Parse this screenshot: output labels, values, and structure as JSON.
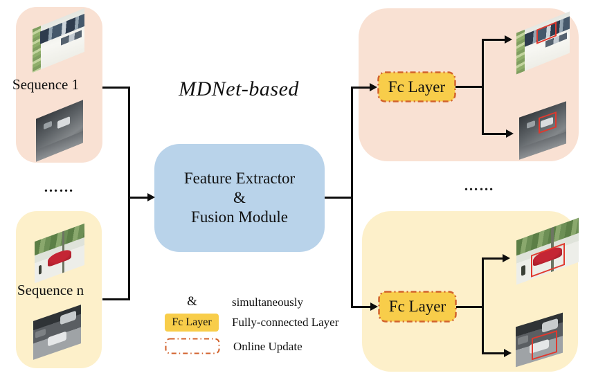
{
  "title": "MDNet-based",
  "colors": {
    "panel_peach": "#f9e1d3",
    "panel_yellow": "#fdf0ca",
    "module_blue": "#b9d3ea",
    "fc_yellow": "#f8cd4a",
    "dash_orange": "#d2622c",
    "bbox_red": "#e0392e",
    "line_black": "#0d0d0d"
  },
  "left_panels": {
    "sequence1_label": "Sequence 1",
    "sequence_n_label": "Sequence n",
    "ellipsis": "……"
  },
  "center": {
    "module_line1": "Feature Extractor",
    "module_line2": "&",
    "module_line3": "Fusion Module"
  },
  "right_panels": {
    "fc_top_label": "Fc Layer",
    "fc_bottom_label": "Fc Layer",
    "ellipsis": "……"
  },
  "legend": {
    "and_symbol": "&",
    "and_label": "simultaneously",
    "fc_symbol": "Fc Layer",
    "fc_label": "Fully-connected Layer",
    "online_update_label": "Online Update"
  }
}
